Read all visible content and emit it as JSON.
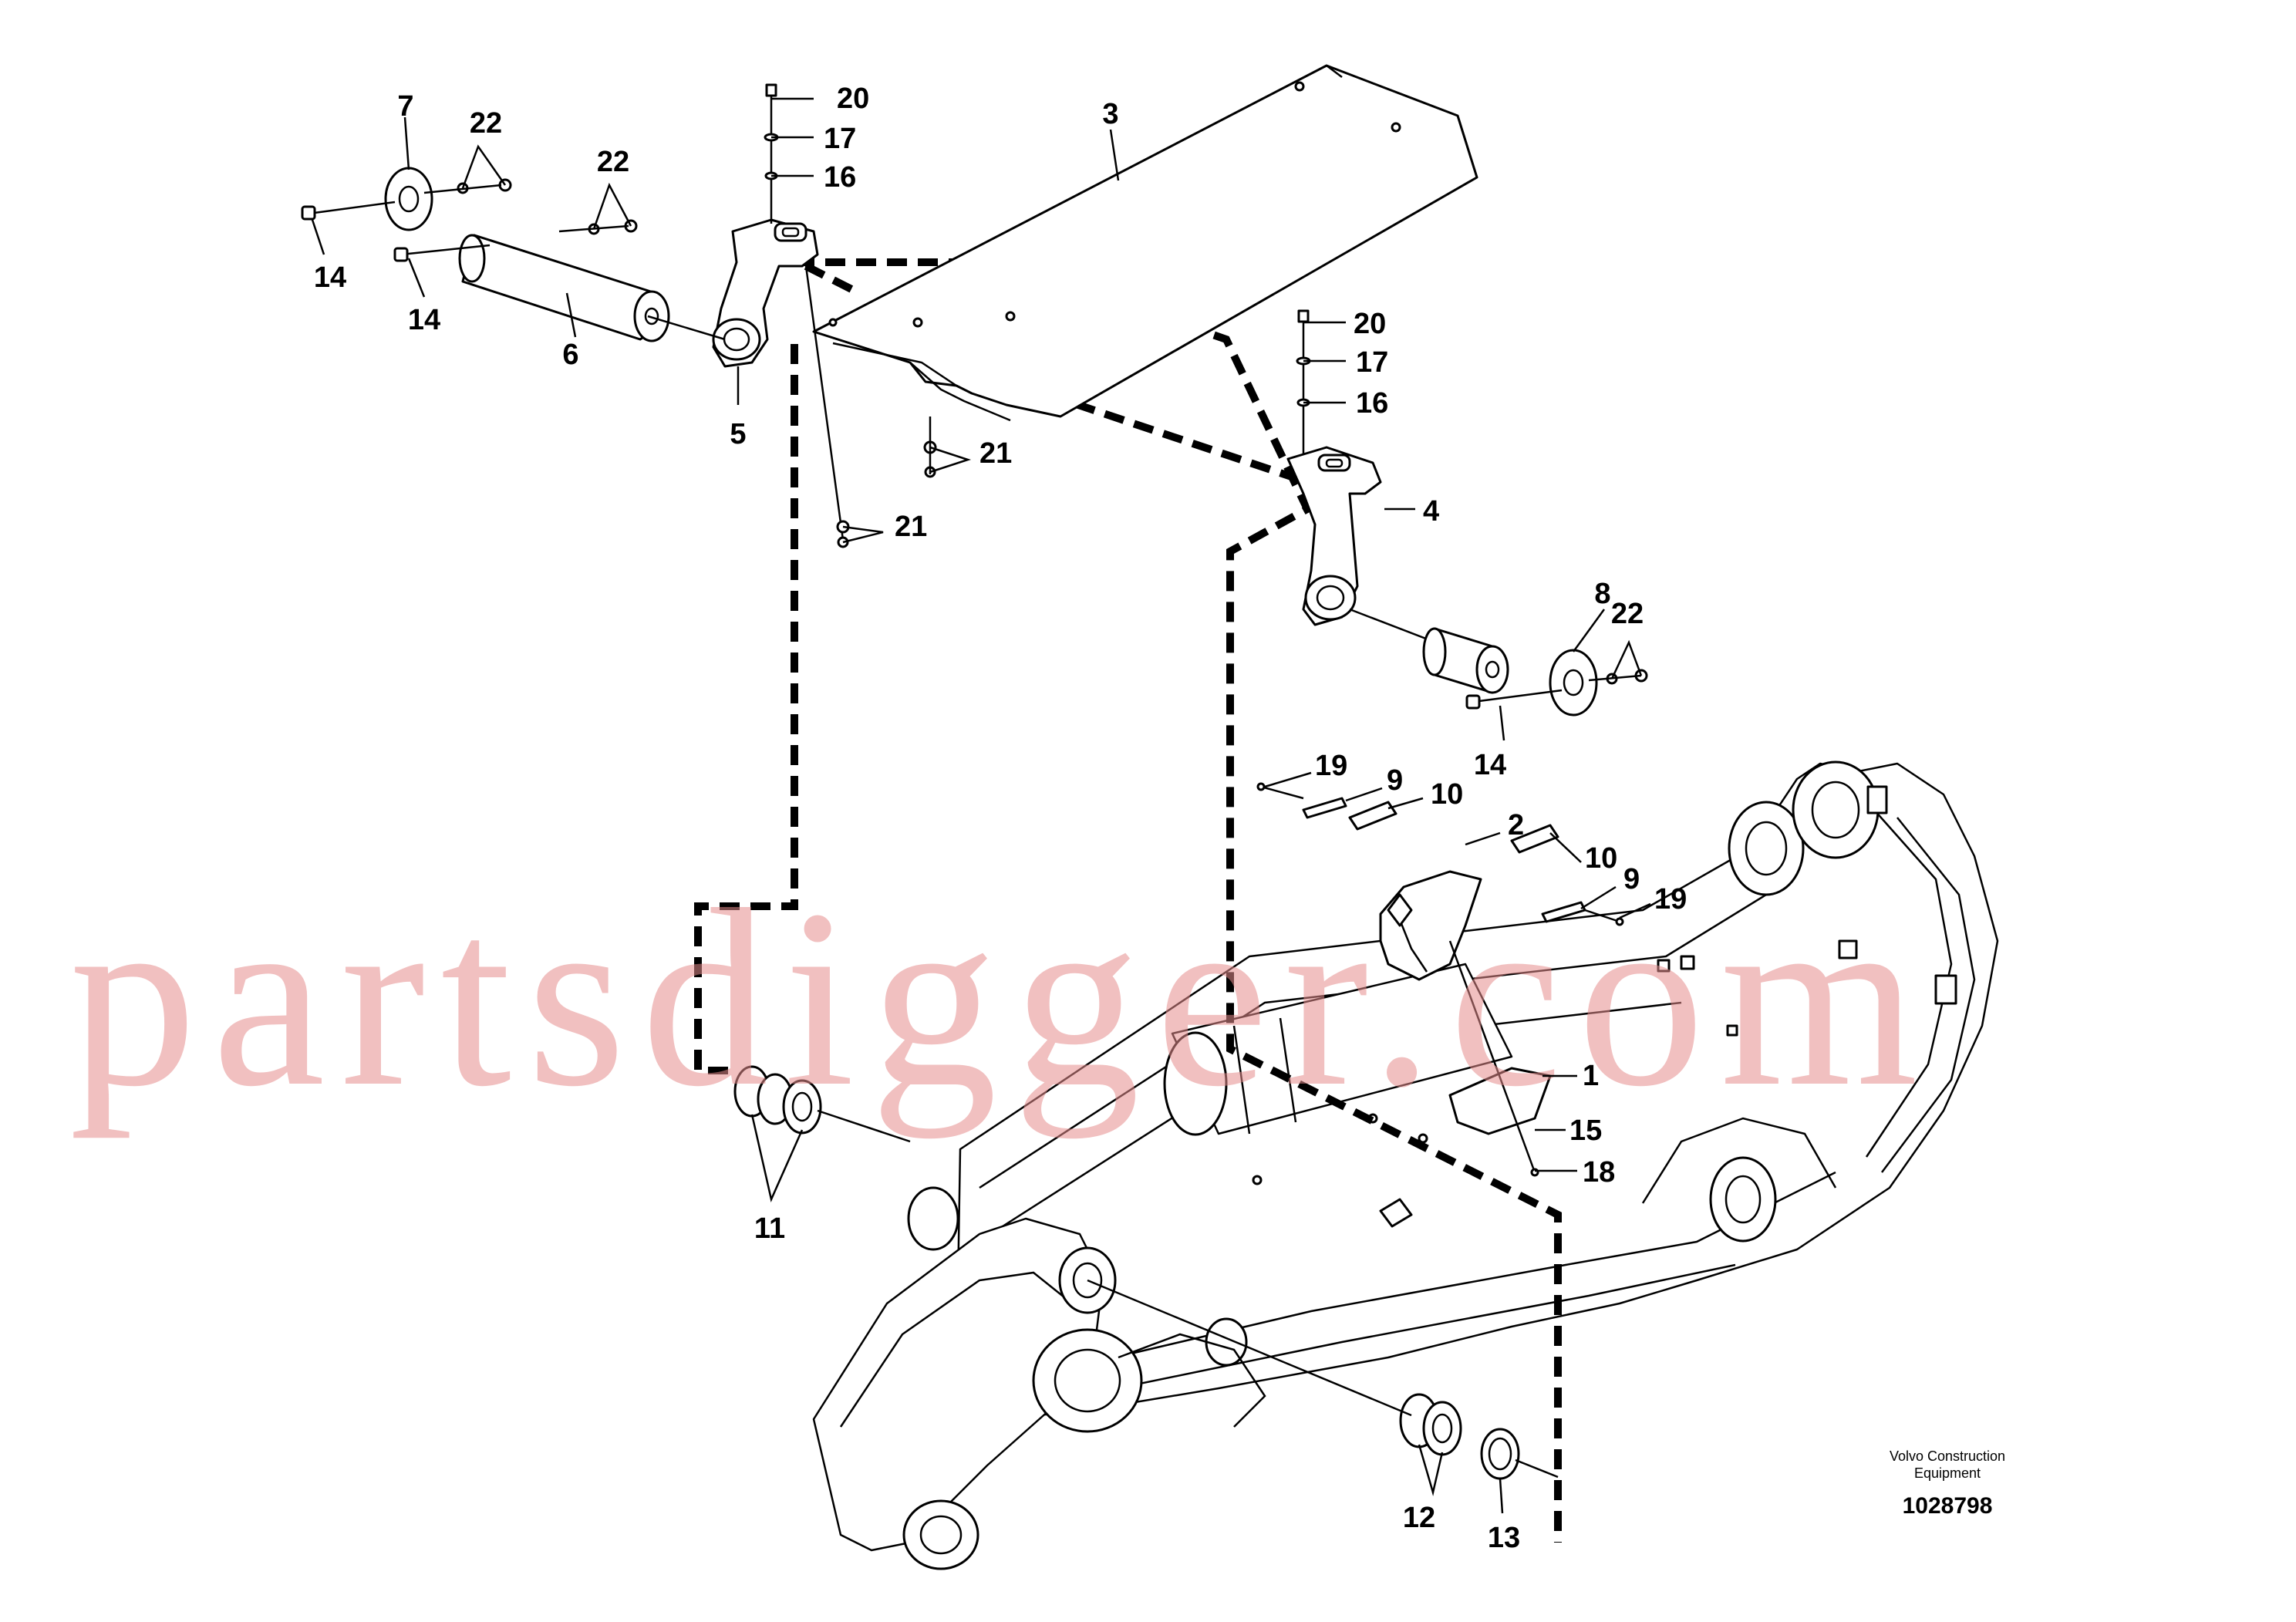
{
  "diagram": {
    "callouts": {
      "c1": "1",
      "c2": "2",
      "c3": "3",
      "c4": "4",
      "c5": "5",
      "c6": "6",
      "c7": "7",
      "c8": "8",
      "c9a": "9",
      "c9b": "9",
      "c10a": "10",
      "c10b": "10",
      "c11": "11",
      "c12": "12",
      "c13": "13",
      "c14a": "14",
      "c14b": "14",
      "c14c": "14",
      "c15": "15",
      "c16a": "16",
      "c16b": "16",
      "c17a": "17",
      "c17b": "17",
      "c18": "18",
      "c19a": "19",
      "c19b": "19",
      "c20a": "20",
      "c20b": "20",
      "c21a": "21",
      "c21b": "21",
      "c22a": "22",
      "c22b": "22",
      "c22c": "22"
    },
    "caption": {
      "line1": "Volvo Construction",
      "line2": "Equipment",
      "number": "1028798"
    },
    "watermark": "partsdigger.com"
  }
}
